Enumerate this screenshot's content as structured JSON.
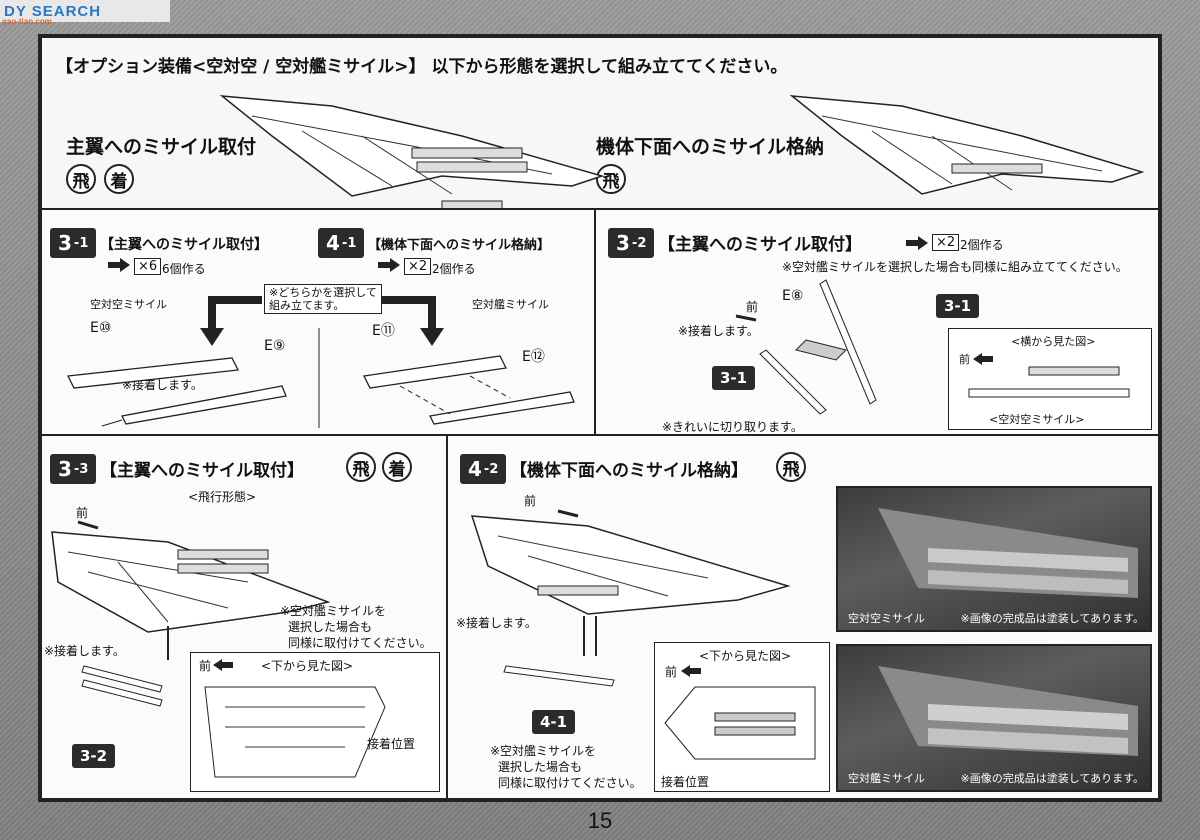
{
  "watermark": {
    "text": "DY SEARCH",
    "sub": "gao-tian.com"
  },
  "header": {
    "title": "【オプション装備<空対空 / 空対艦ミサイル>】 以下から形態を選択して組み立ててください。",
    "left_label": "主翼へのミサイル取付",
    "right_label": "機体下面へのミサイル格納",
    "icon_fly": "飛",
    "icon_land": "着"
  },
  "step_3_1": {
    "num": "3",
    "sub": "-1",
    "title": "【主翼へのミサイル取付】",
    "mult": "×6",
    "mult_text": "6個作る",
    "missile_type": "空対空ミサイル",
    "part_a": "E⑩",
    "part_b": "E⑨",
    "note": "※接着します。"
  },
  "step_4_1": {
    "num": "4",
    "sub": "-1",
    "title": "【機体下面へのミサイル格納】",
    "mult": "×2",
    "mult_text": "2個作る",
    "missile_type": "空対艦ミサイル",
    "part_a": "E⑪",
    "part_b": "E⑫"
  },
  "choose_note": "※どちらかを選択して\n組み立てます。",
  "step_3_2": {
    "num": "3",
    "sub": "-2",
    "title": "【主翼へのミサイル取付】",
    "mult": "×2",
    "mult_text": "2個作る",
    "note": "※空対艦ミサイルを選択した場合も同様に組み立ててください。",
    "front": "前",
    "glue": "※接着します。",
    "part": "E⑧",
    "ref": "3-1",
    "ref2": "3-1",
    "cut_note": "※きれいに切り取ります。",
    "inset_title": "<横から見た図>",
    "inset_front": "前",
    "inset_caption": "<空対空ミサイル>"
  },
  "step_3_3": {
    "num": "3",
    "sub": "-3",
    "title": "【主翼へのミサイル取付】",
    "front": "前",
    "view": "<飛行形態>",
    "note1": "※空対艦ミサイルを",
    "note2": "選択した場合も",
    "note3": "同様に取付けてください。",
    "glue": "※接着します。",
    "ref": "3-2",
    "inset_title": "<下から見た図>",
    "inset_front": "前",
    "position": "接着位置"
  },
  "step_4_2": {
    "num": "4",
    "sub": "-2",
    "title": "【機体下面へのミサイル格納】",
    "front": "前",
    "glue": "※接着します。",
    "ref": "4-1",
    "note1": "※空対艦ミサイルを",
    "note2": "選択した場合も",
    "note3": "同様に取付けてください。",
    "inset_title": "<下から見た図>",
    "inset_front": "前",
    "position": "接着位置"
  },
  "photos": [
    {
      "label": "空対空ミサイル",
      "note": "※画像の完成品は塗装してあります。"
    },
    {
      "label": "空対艦ミサイル",
      "note": "※画像の完成品は塗装してあります。"
    }
  ],
  "page_number": "15"
}
